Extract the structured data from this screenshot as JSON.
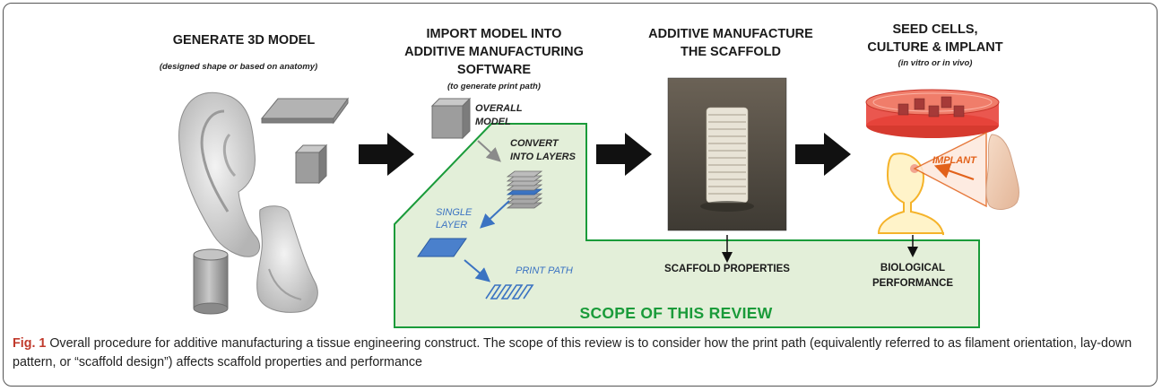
{
  "steps": {
    "generate": {
      "title": "GENERATE 3D MODEL",
      "subtitle": "(designed shape or based on anatomy)"
    },
    "import": {
      "title_l1": "IMPORT MODEL INTO",
      "title_l2": "ADDITIVE MANUFACTURING",
      "title_l3": "SOFTWARE",
      "subtitle": "(to generate print path)"
    },
    "additive": {
      "title_l1": "ADDITIVE MANUFACTURE",
      "title_l2": "THE  SCAFFOLD"
    },
    "seed": {
      "title_l1": "SEED CELLS,",
      "title_l2": "CULTURE & IMPLANT",
      "subtitle": "(in vitro or in vivo)"
    }
  },
  "labels": {
    "overall_l1": "OVERALL",
    "overall_l2": "MODEL",
    "convert_l1": "CONVERT",
    "convert_l2": "INTO LAYERS",
    "single_l1": "SINGLE",
    "single_l2": "LAYER",
    "print_path": "PRINT PATH",
    "implant": "IMPLANT",
    "scaffold_properties": "SCAFFOLD PROPERTIES",
    "bio_l1": "BIOLOGICAL",
    "bio_l2": "PERFORMANCE",
    "scope": "SCOPE OF THIS REVIEW"
  },
  "caption": {
    "label": "Fig. 1",
    "text": " Overall procedure for additive manufacturing a tissue engineering construct. The scope of this review is to consider how the print path (equivalently referred to as filament orientation, lay-down pattern, or “scaffold design”) affects scaffold properties and performance"
  },
  "colors": {
    "scope_fill": "#e3efd9",
    "scope_stroke": "#1a9b3a",
    "blue": "#3b73c2",
    "orange": "#e2621b",
    "dish_red": "#e8453c",
    "body_yellow": "#f5b32a"
  }
}
